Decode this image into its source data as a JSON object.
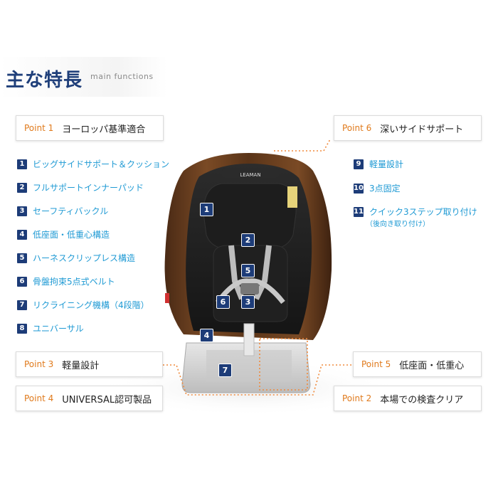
{
  "header": {
    "title": "主な特長",
    "subtitle": "main functions"
  },
  "points": [
    {
      "tag": "Point 1",
      "text": "ヨーロッパ基準適合"
    },
    {
      "tag": "Point 6",
      "text": "深いサイドサポート"
    },
    {
      "tag": "Point 3",
      "text": "軽量設計"
    },
    {
      "tag": "Point 5",
      "text": "低座面・低重心"
    },
    {
      "tag": "Point 4",
      "text": "UNIVERSAL認可製品"
    },
    {
      "tag": "Point 2",
      "text": "本場での検査クリア"
    }
  ],
  "features": [
    {
      "num": "1",
      "text": "ビッグサイドサポート＆クッション"
    },
    {
      "num": "2",
      "text": "フルサポートインナーパッド"
    },
    {
      "num": "3",
      "text": "セーフティバックル"
    },
    {
      "num": "4",
      "text": "低座面・低重心構造"
    },
    {
      "num": "5",
      "text": "ハーネスクリップレス構造"
    },
    {
      "num": "6",
      "text": "骨盤拘束5点式ベルト"
    },
    {
      "num": "7",
      "text": "リクライニング機構（4段階）"
    },
    {
      "num": "8",
      "text": "ユニバーサル"
    },
    {
      "num": "9",
      "text": "軽量設計"
    },
    {
      "num": "10",
      "text": "3点固定"
    },
    {
      "num": "11",
      "text": "クイック3ステップ取り付け",
      "sub": "（後向き取り付け）"
    }
  ],
  "seat": {
    "brand": "LEAMAN",
    "markers": [
      "1",
      "2",
      "5",
      "6",
      "3",
      "4",
      "7"
    ]
  },
  "colors": {
    "title": "#1f3f7a",
    "point_tag": "#e07a1c",
    "feature_text": "#1f9ad4",
    "badge": "#1d3c78",
    "leader": "#f08a3c"
  }
}
